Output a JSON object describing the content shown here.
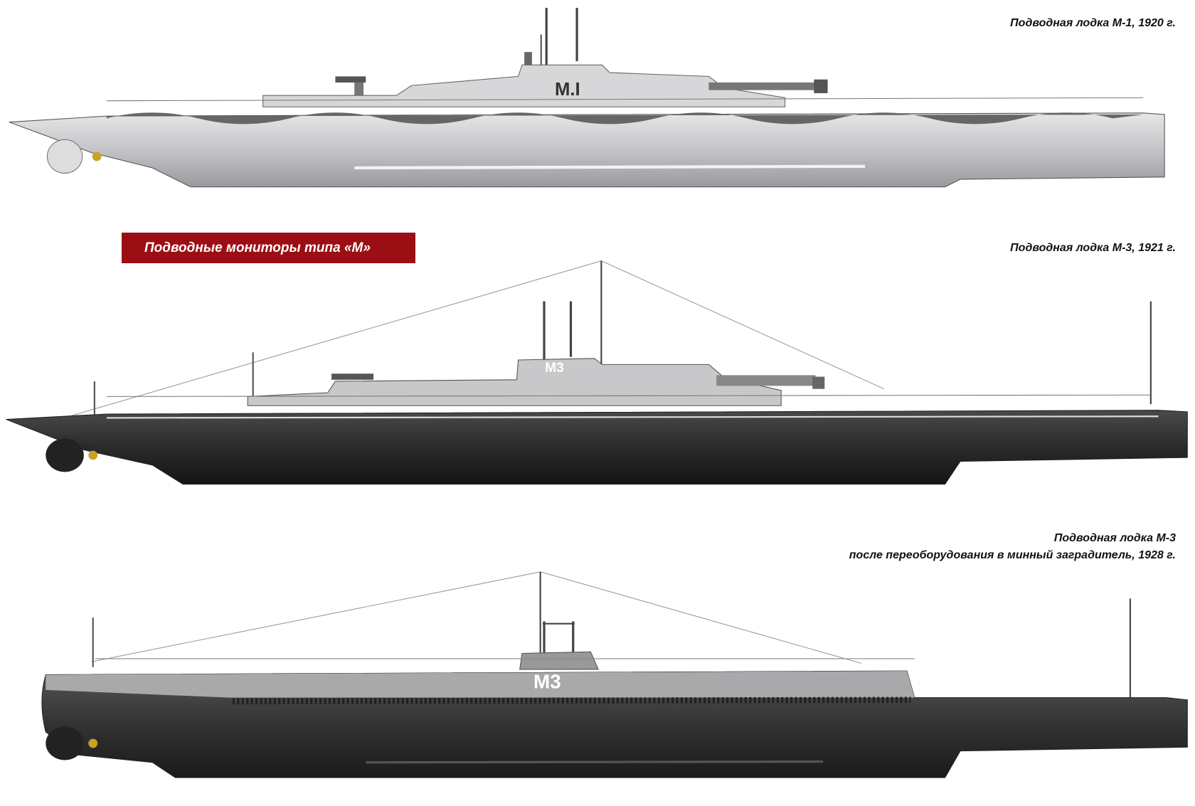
{
  "banner": {
    "title": "Подводные мониторы типа «М»"
  },
  "submarines": [
    {
      "caption": "Подводная лодка М-1, 1920 г.",
      "hull_marking": "M.I",
      "color": "#c9c9cc"
    },
    {
      "caption": "Подводная лодка М-3, 1921 г.",
      "hull_marking": "M3",
      "color": "#2a2a2a"
    },
    {
      "caption_line1": "Подводная лодка М-3",
      "caption_line2": "после переоборудования в минный заградитель, 1928 г.",
      "hull_marking": "M3",
      "color": "#3a3a3a"
    }
  ],
  "colors": {
    "banner": "#9b0f14",
    "light_hull": "#c9c9cc",
    "dark_hull": "#2a2a2a",
    "superstructure": "#bdbdbd"
  }
}
